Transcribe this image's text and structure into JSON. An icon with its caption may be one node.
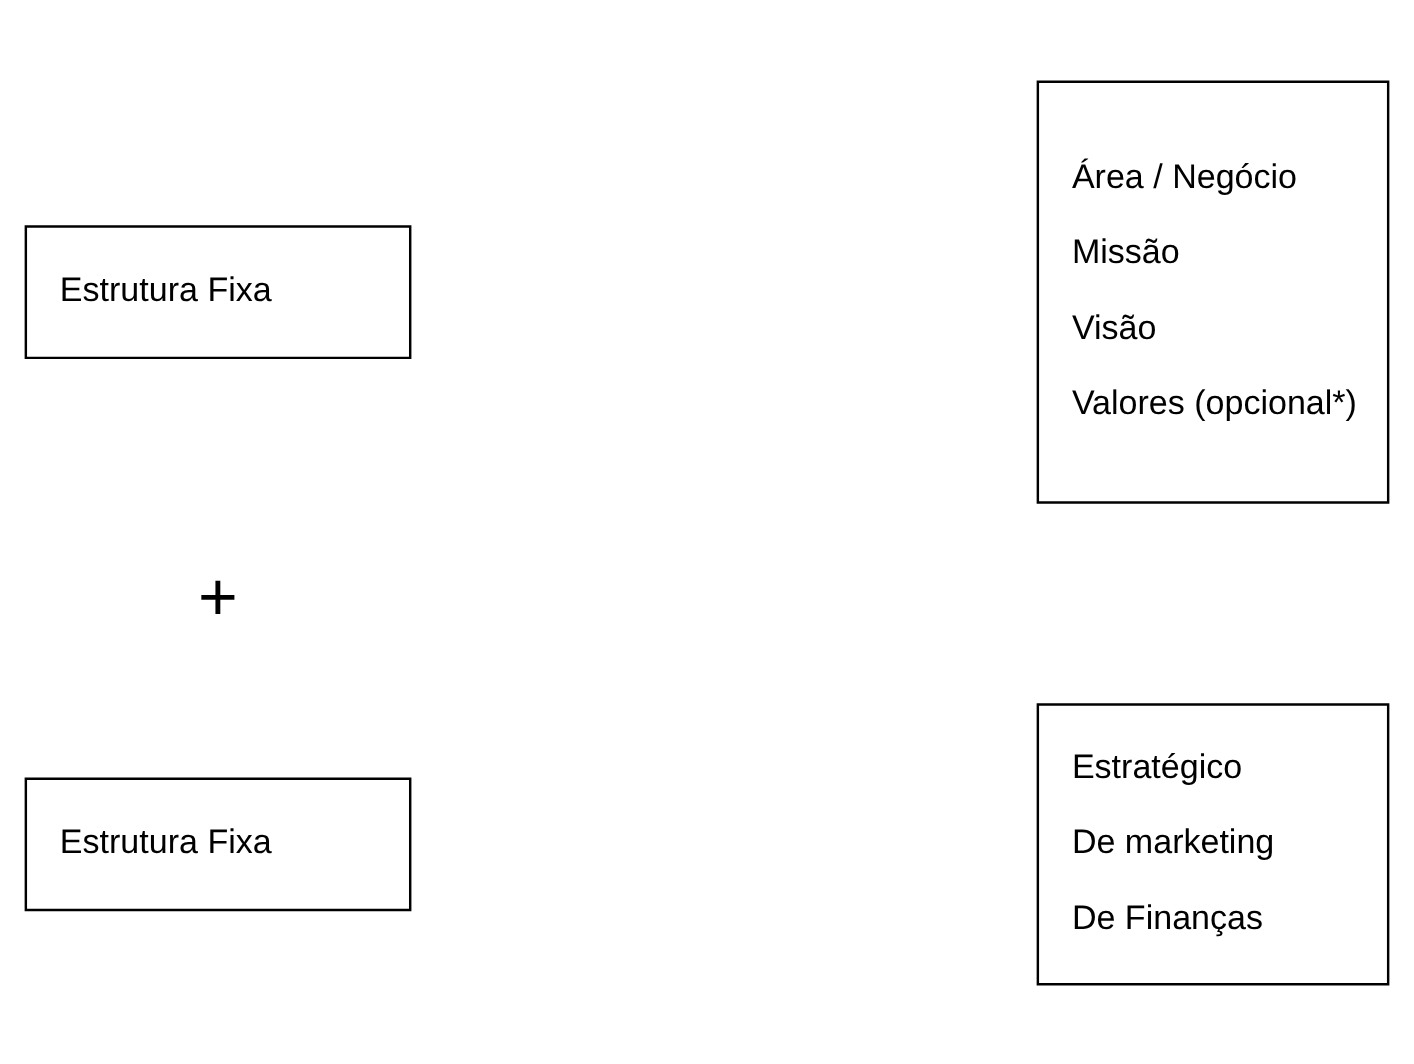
{
  "diagram": {
    "nodes": [
      {
        "text": [
          "Estrutura Fixa"
        ]
      },
      {
        "text": [
          "Área / Negócio",
          "Missão",
          "Visão",
          "Valores (opcional*)"
        ]
      },
      {
        "text": [
          "Estrutura Fixa"
        ]
      },
      {
        "text": [
          "Estratégico",
          "De marketing",
          "De Finanças"
        ]
      }
    ],
    "edges": [],
    "labels": [
      "+"
    ]
  }
}
